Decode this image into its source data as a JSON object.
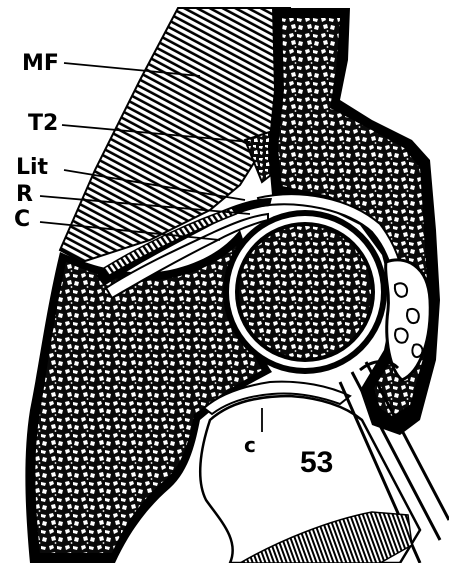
{
  "figure": {
    "labels": {
      "mf": "MF",
      "t2": "T2",
      "lit": "Lit",
      "r": "R",
      "c_upper": "C",
      "c_lower": "c",
      "figure_number": "53"
    }
  }
}
